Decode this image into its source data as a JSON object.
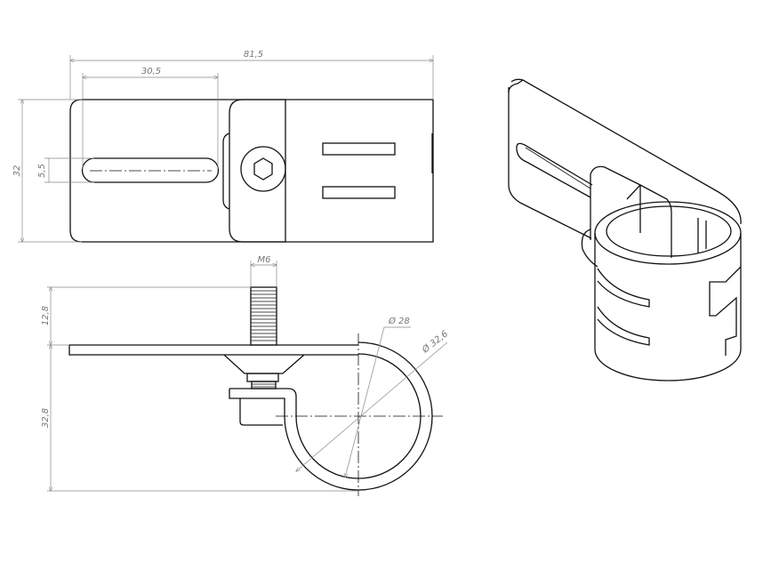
{
  "drawing": {
    "top_view": {
      "overall_length": "81,5",
      "slot_length": "30,5",
      "width": "32",
      "slot_width": "5,5"
    },
    "side_view": {
      "thread": "M6",
      "bolt_height": "12,8",
      "clamp_height": "32,8",
      "inner_diameter": "Ø 28",
      "outer_diameter": "Ø 32,6"
    },
    "colors": {
      "line": "#111111",
      "dimension": "#888888",
      "dimension_text": "#777777"
    }
  }
}
